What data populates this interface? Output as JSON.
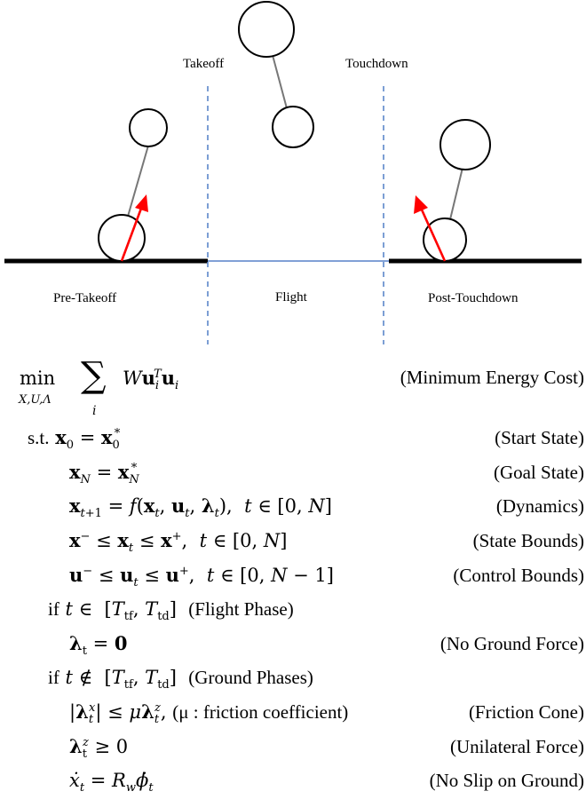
{
  "figure": {
    "labels": {
      "takeoff": "Takeoff",
      "touchdown": "Touchdown",
      "pre_takeoff": "Pre-Takeoff",
      "flight": "Flight",
      "post_touchdown": "Post-Touchdown"
    },
    "colors": {
      "ground": "#000000",
      "flight_ground": "#6f93d0",
      "divider": "#5b87c9",
      "arrow": "#ff0000",
      "link": "#777777"
    }
  },
  "objective": {
    "operator": "min",
    "subscript": "X,U,Λ",
    "sum_index": "i",
    "label": "(Minimum Energy Cost)"
  },
  "constraints": {
    "st": "s.t.",
    "start_label": "(Start State)",
    "goal_label": "(Goal State)",
    "dynamics_label": "(Dynamics)",
    "state_bounds_label": "(State Bounds)",
    "control_bounds_label": "(Control Bounds)",
    "if1": "if",
    "flight_phase": "(Flight Phase)",
    "no_ground_force_label": "(No Ground Force)",
    "if2": "if",
    "ground_phases": "(Ground Phases)",
    "friction_note": "(μ : friction coefficient)",
    "friction_cone_label": "(Friction Cone)",
    "unilateral_label": "(Unilateral Force)",
    "no_slip_label": "(No Slip on Ground)"
  }
}
